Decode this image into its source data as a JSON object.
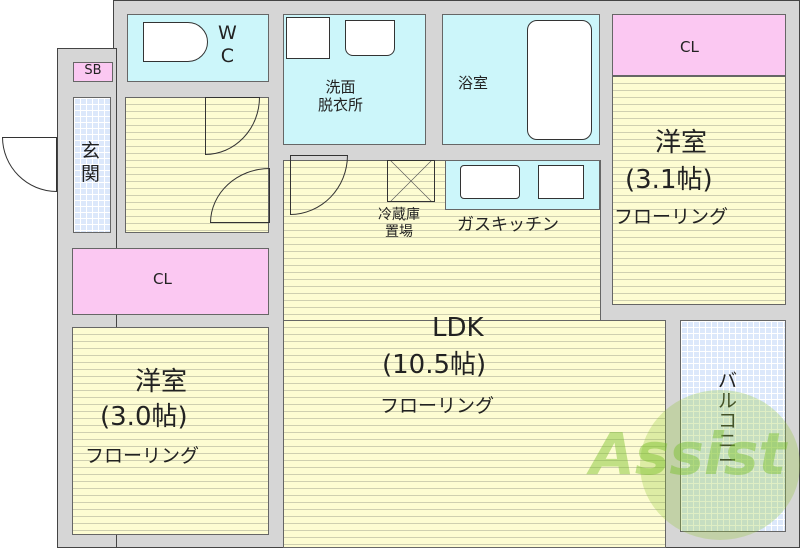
{
  "rooms": {
    "wc": "W\nC",
    "washroom": "洗面\n脱衣所",
    "bath": "浴室",
    "cl_top": "CL",
    "bedroom1_name": "洋室",
    "bedroom1_size": "(3.1帖)",
    "bedroom1_floor": "フローリング",
    "sb": "SB",
    "entrance": "玄\n関",
    "fridge": "冷蔵庫\n置場",
    "kitchen": "ガスキッチン",
    "cl_left": "CL",
    "ldk_name": "LDK",
    "ldk_size": "(10.5帖)",
    "ldk_floor": "フローリング",
    "bedroom2_name": "洋室",
    "bedroom2_size": "(3.0帖)",
    "bedroom2_floor": "フローリング",
    "balcony": "バ\nル\nコ\nニ\nー"
  },
  "watermark": "Assist"
}
